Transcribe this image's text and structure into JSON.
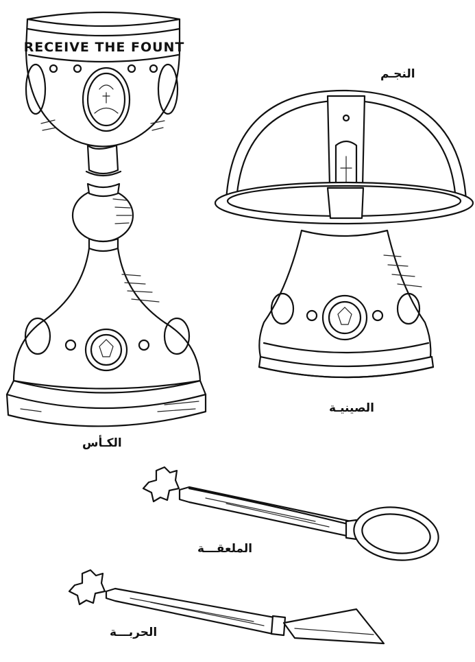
{
  "labels": {
    "star": "النجـم",
    "paten": "الصينيـة",
    "chalice": "الكـأس",
    "spoon": "الملعقـــة",
    "lance": "الحربـــة"
  },
  "chalice_inscription": "RECEIVE THE FOUNT"
}
